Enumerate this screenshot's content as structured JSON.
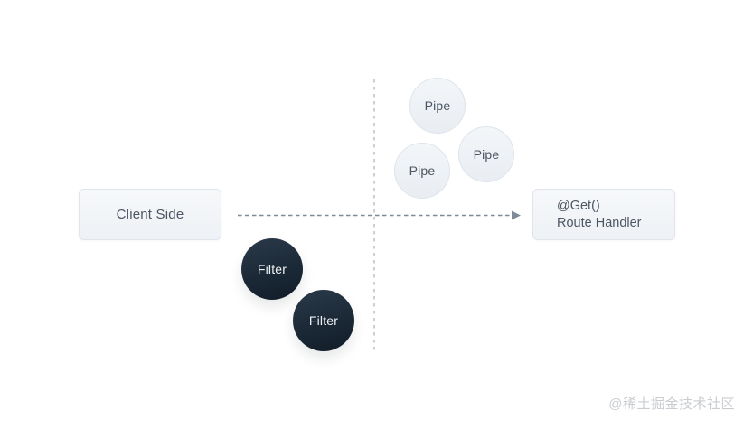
{
  "diagram": {
    "client_node": {
      "label": "Client Side"
    },
    "route_node": {
      "line1": "@Get()",
      "line2": "Route Handler"
    },
    "pipes": [
      {
        "label": "Pipe"
      },
      {
        "label": "Pipe"
      },
      {
        "label": "Pipe"
      }
    ],
    "filters": [
      {
        "label": "Filter"
      },
      {
        "label": "Filter"
      }
    ]
  },
  "watermark": {
    "text": "@稀土掘金技术社区"
  },
  "colors": {
    "node_fill_top": "#f6f8fa",
    "node_fill_bottom": "#eef1f5",
    "node_border": "#e0e5eb",
    "node_text": "#4b5563",
    "pipe_fill_top": "#f3f6f9",
    "pipe_fill_bottom": "#e9edf2",
    "pipe_border": "#dee4eb",
    "filter_fill_top": "#2b3a49",
    "filter_fill_bottom": "#111c27",
    "filter_text": "#f0f3f6",
    "arrow_line": "#7e8a97",
    "divider_line": "#c9d0d8",
    "watermark_text": "#c9ccd1"
  }
}
